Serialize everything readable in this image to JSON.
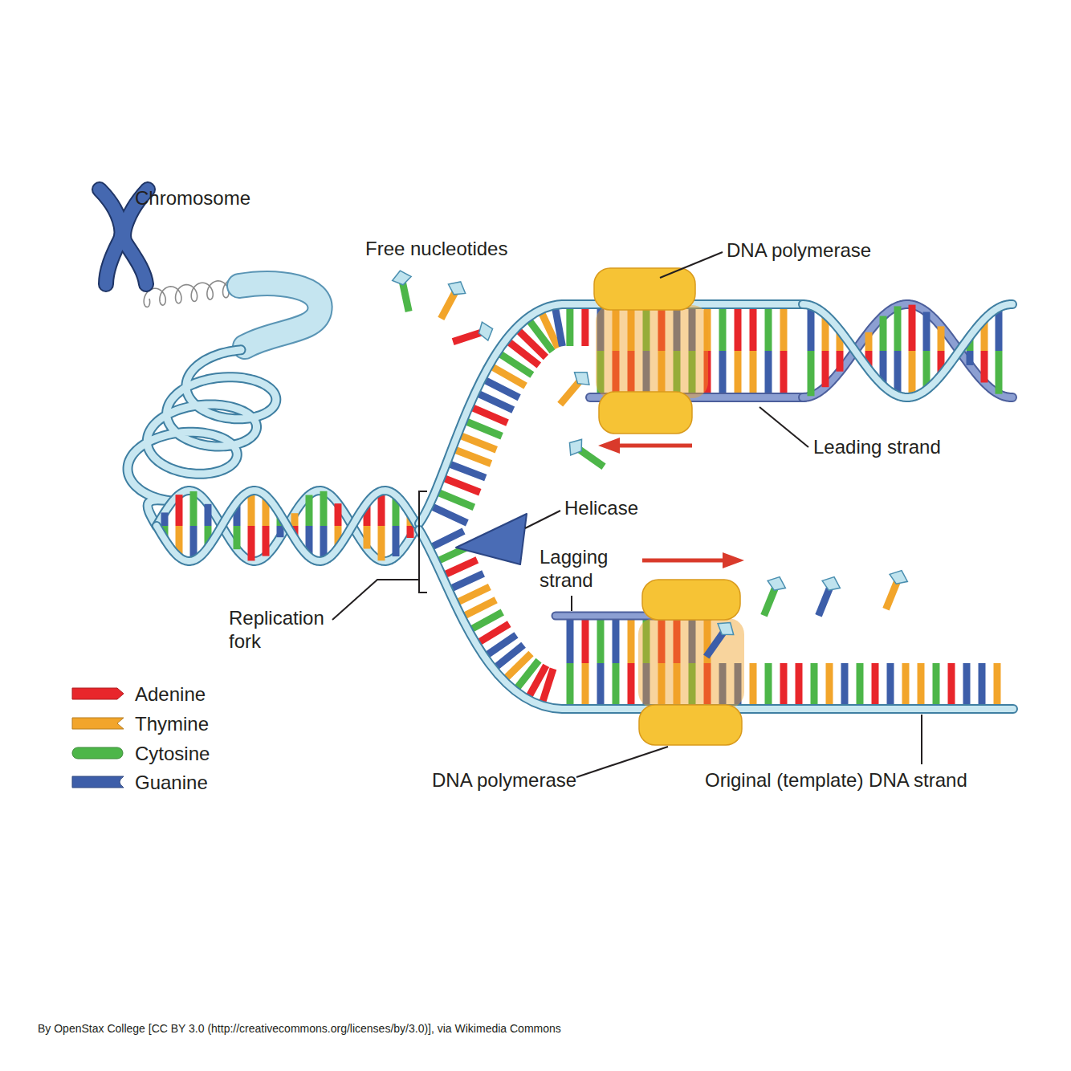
{
  "diagram": {
    "caption": "By OpenStax College [CC BY 3.0 (http://creativecommons.org/licenses/by/3.0)], via Wikimedia Commons",
    "labels": [
      "Chromosome",
      "Free nucleotides",
      "DNA polymerase",
      "Leading strand",
      "Helicase",
      "Lagging strand",
      "Replication fork",
      "DNA polymerase",
      "Original (template) DNA strand"
    ],
    "legend": [
      {
        "text": "Adenine",
        "color": "#e8262b"
      },
      {
        "text": "Thymine",
        "color": "#f2a52b"
      },
      {
        "text": "Cytosine",
        "color": "#4db649"
      },
      {
        "text": "Guanine",
        "color": "#3d5ea9"
      }
    ]
  }
}
